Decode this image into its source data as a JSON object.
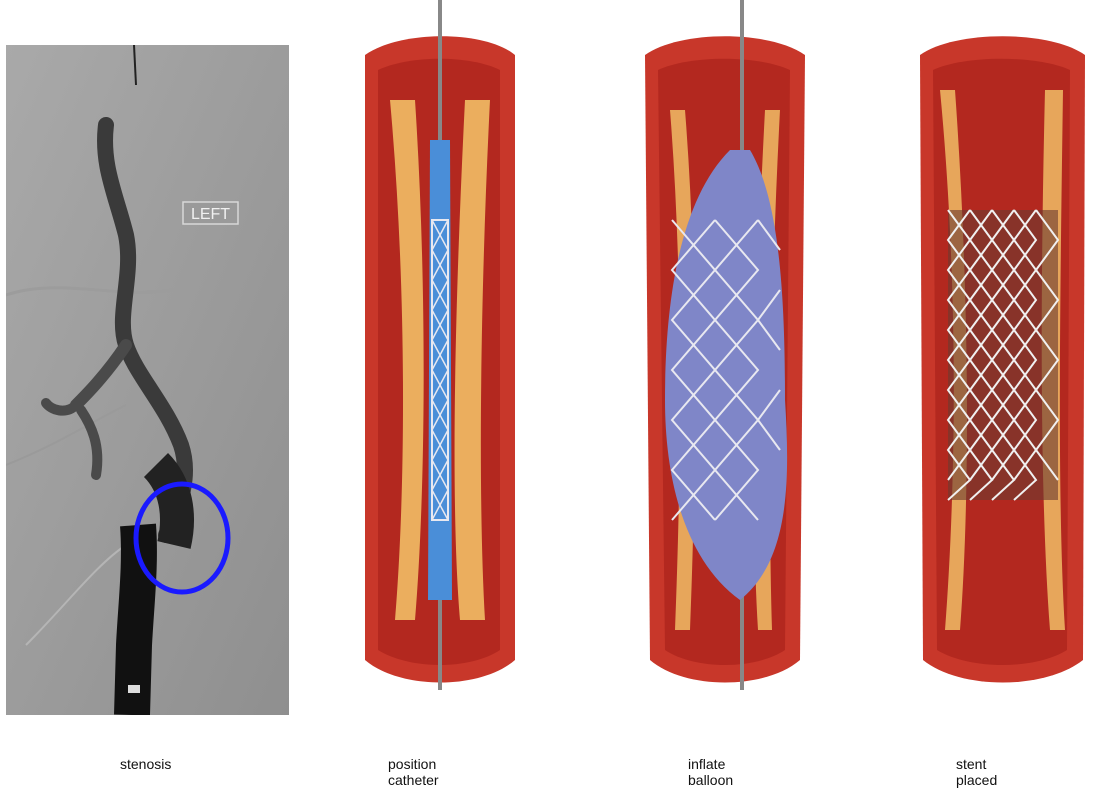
{
  "angiogram": {
    "marker_label": "LEFT",
    "highlight_color": "#1a1aff"
  },
  "captions": {
    "stenosis": "stenosis",
    "catheter_line1": "position",
    "catheter_line2": "catheter",
    "balloon_line1": "inflate",
    "balloon_line2": "balloon",
    "stent_line1": "stent",
    "stent_line2": "placed"
  },
  "colors": {
    "vessel_outer": "#c8372a",
    "vessel_inner": "#b3281f",
    "plaque": "#f4c56a",
    "balloon": "#7f86c8",
    "stent_mesh": "#e8e8f0"
  }
}
